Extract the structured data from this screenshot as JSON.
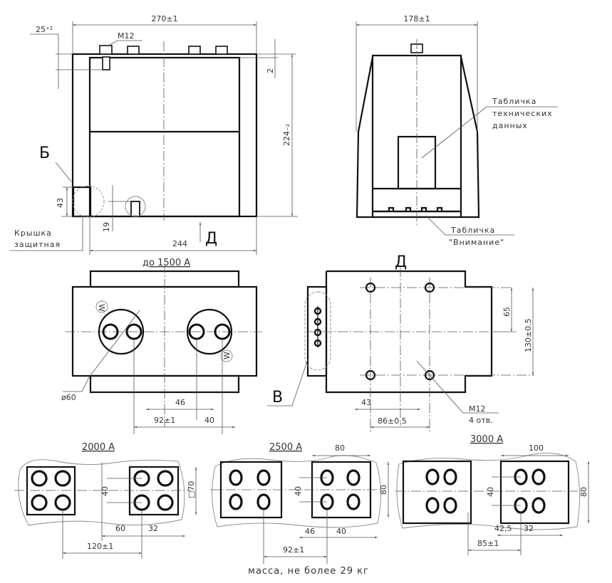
{
  "side_view": {
    "width_dim": "270±1",
    "offset_dim": "25⁺²",
    "thread": "M12",
    "gap_dim": "2",
    "height_dim": "224₋₂",
    "detail_label": "Б",
    "cover_height_dim": "43",
    "bolt_offset_dim": "19",
    "cover_note_line1": "Крышка",
    "cover_note_line2": "защитная",
    "base_dim": "244",
    "view_label": "Д"
  },
  "end_view": {
    "width_dim": "178±1",
    "plate_note_line1": "Табличка",
    "plate_note_line2": "технических",
    "plate_note_line3": "данных",
    "warning_note_line1": "Табличка",
    "warning_note_line2": "\"Внимание\""
  },
  "top_view_1500": {
    "title": "до 1500 А",
    "terminal_1": "W",
    "terminal_2": "W",
    "diameter_dim": "ø60",
    "dim_46": "46",
    "dim_92": "92±1",
    "dim_40": "40"
  },
  "view_d": {
    "title": "Д",
    "detail_label": "В",
    "dim_65": "65",
    "dim_130": "130±0.5",
    "dim_43": "43",
    "dim_86": "86±0.5",
    "thread": "M12",
    "holes": "4 отв."
  },
  "variants": [
    {
      "title": "2000 А",
      "dim_40": "40",
      "dim_side": "□70",
      "dim_a": "60",
      "dim_b": "32",
      "dim_c": "120±1"
    },
    {
      "title": "2500 А",
      "dim_top": "80",
      "dim_40": "40",
      "dim_side": "80",
      "dim_a": "46",
      "dim_b": "40",
      "dim_c": "92±1"
    },
    {
      "title": "3000 А",
      "dim_top": "100",
      "dim_40": "40",
      "dim_side": "80",
      "dim_a": "42,5",
      "dim_b": "32",
      "dim_c": "85±1"
    }
  ],
  "footer": {
    "mass": "масса, не более 29 кг"
  }
}
